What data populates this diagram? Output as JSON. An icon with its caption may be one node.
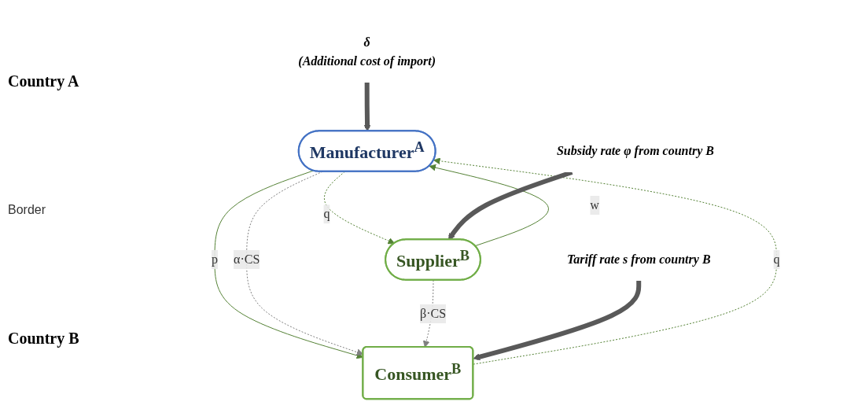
{
  "diagram": {
    "nodes": [
      {
        "text": [
          "δ",
          "(Additional cost of import)"
        ]
      },
      {
        "text": [
          "Manufacturer$^{A}$"
        ]
      },
      {
        "text": [
          "Supplier$^{B}$"
        ]
      },
      {
        "text": [
          "Consumer$^{B}$"
        ]
      },
      {
        "text": [
          "Subsidy rate φ from country B"
        ]
      },
      {
        "text": [
          "Tariff rate s from country B"
        ]
      }
    ],
    "edges": [
      {
        "from": 0,
        "to": 1,
        "arrow": "to",
        "style": "thick",
        "color": "#595959"
      },
      {
        "from": 2,
        "to": 1,
        "arrow": "to",
        "label": "w",
        "color": "#548235"
      },
      {
        "from": 1,
        "to": 2,
        "arrow": "to",
        "label": "q",
        "style": "dashed",
        "color": "#548235"
      },
      {
        "from": 1,
        "to": 3,
        "arrow": "to",
        "label": "p",
        "color": "#548235"
      },
      {
        "from": 3,
        "to": 1,
        "arrow": "to",
        "label": "q",
        "style": "dashed",
        "color": "#548235"
      },
      {
        "from": 1,
        "to": 3,
        "arrow": "to",
        "label": "α·CS",
        "style": "dashed",
        "color": "#808080"
      },
      {
        "from": 2,
        "to": 3,
        "arrow": "to",
        "label": "β·CS",
        "style": "dashed",
        "color": "#808080"
      },
      {
        "from": 4,
        "to": 2,
        "arrow": "to",
        "style": "thick",
        "color": "#595959"
      },
      {
        "from": 5,
        "to": 3,
        "arrow": "to",
        "style": "thick",
        "color": "#595959"
      }
    ],
    "labels": [
      "Country A",
      "Border",
      "Country B"
    ]
  }
}
